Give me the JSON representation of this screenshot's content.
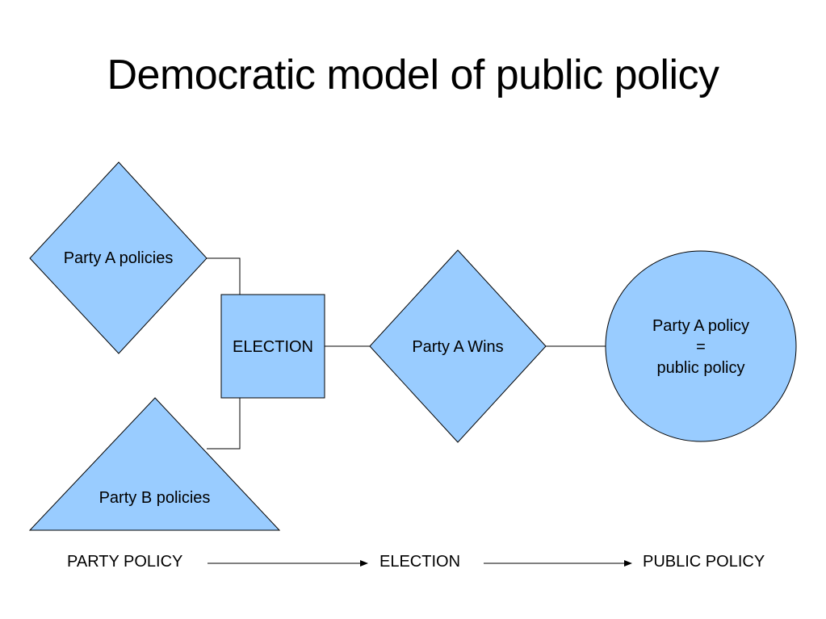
{
  "slide": {
    "title": "Democratic model of public policy"
  },
  "colors": {
    "shape_fill": "#99ccff",
    "shape_stroke": "#000000",
    "connector": "#000000"
  },
  "shapes": {
    "party_a_policies": {
      "kind": "diamond",
      "label": "Party A policies"
    },
    "party_b_policies": {
      "kind": "triangle",
      "label": "Party B policies"
    },
    "election": {
      "kind": "rectangle",
      "label": "ELECTION"
    },
    "party_a_wins": {
      "kind": "diamond",
      "label": "Party A Wins"
    },
    "public_policy": {
      "kind": "circle",
      "line1": "Party A policy",
      "line2": "=",
      "line3": "public policy"
    }
  },
  "flow": {
    "step1": "PARTY POLICY",
    "step2": "ELECTION",
    "step3": "PUBLIC POLICY"
  }
}
